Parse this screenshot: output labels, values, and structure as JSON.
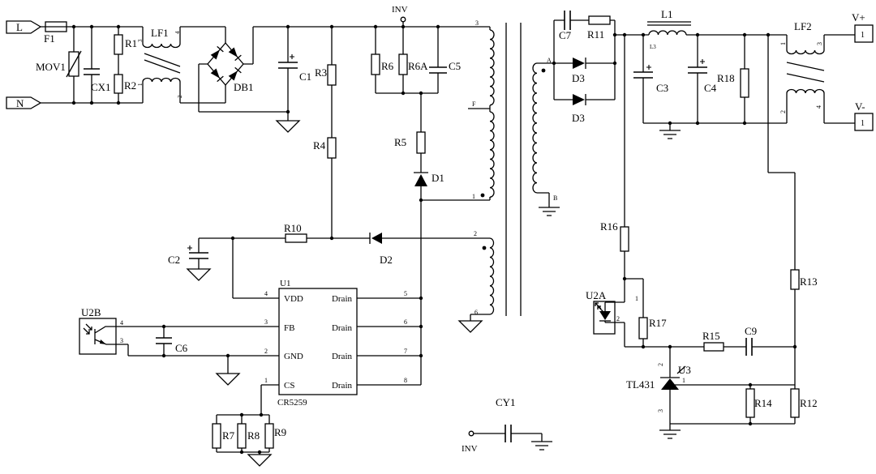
{
  "schematic": {
    "ac_input": {
      "l": "L",
      "n": "N",
      "fuse": "F1",
      "mov": "MOV1",
      "cx": "CX1",
      "r1": "R1",
      "r2": "R2"
    },
    "emi": {
      "lf1": "LF1",
      "p1": "1",
      "p2": "2",
      "p3": "3",
      "p4": "4"
    },
    "bridge": {
      "db1": "DB1"
    },
    "bulk": {
      "c1": "C1",
      "plus": "+"
    },
    "hv": {
      "r3": "R3",
      "r4": "R4"
    },
    "clamp": {
      "r6": "R6",
      "r6a": "R6A",
      "c5": "C5",
      "r5": "R5",
      "d1": "D1"
    },
    "inv": {
      "top": "INV",
      "bottom": "INV",
      "cy1": "CY1"
    },
    "vdd": {
      "r10": "R10",
      "d2": "D2",
      "c2": "C2"
    },
    "u1": {
      "ref": "U1",
      "part": "CR5259",
      "vdd": "VDD",
      "fb": "FB",
      "gnd": "GND",
      "cs": "CS",
      "drain": "Drain",
      "p1": "1",
      "p2": "2",
      "p3": "3",
      "p4": "4",
      "p5": "5",
      "p6": "6",
      "p7": "7",
      "p8": "8"
    },
    "cs_net": {
      "r7": "R7",
      "r8": "R8",
      "r9": "R9"
    },
    "opto_rx": {
      "u2b": "U2B",
      "p4": "4",
      "p3": "3",
      "c6": "C6"
    },
    "xfmr": {
      "p3": "3",
      "f": "F",
      "p1": "1",
      "p2": "2",
      "p6": "6",
      "a": "A",
      "b": "B"
    },
    "sec_rect": {
      "c7": "C7",
      "r11": "R11",
      "d3": "D3"
    },
    "out": {
      "l1": "L1",
      "l3": "L3",
      "c3": "C3",
      "c4": "C4",
      "r18": "R18",
      "lf2": "LF2",
      "p1": "1",
      "p2": "2",
      "p3": "3",
      "p4": "4",
      "vplus": "V+",
      "vminus": "V-",
      "term": "1"
    },
    "fb": {
      "r16": "R16",
      "u2a": "U2A",
      "p1": "1",
      "p2": "2",
      "r17": "R17",
      "r15": "R15",
      "c9": "C9",
      "r13": "R13",
      "u3": "U3",
      "tl431": "TL431",
      "t2": "2",
      "t1": "1",
      "t3": "3",
      "r14": "R14",
      "r12": "R12"
    }
  }
}
